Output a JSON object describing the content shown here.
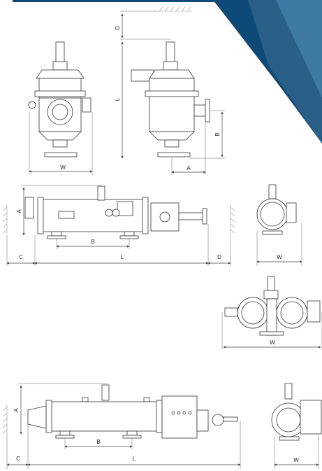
{
  "colors": {
    "corner_dark": "#0d4a78",
    "corner_mid": "#2a5f88",
    "corner_light": "#3f7aa3",
    "line": "#444444"
  },
  "labels": {
    "d": "D",
    "l": "L",
    "b": "B",
    "a": "A",
    "w": "W",
    "c": "C"
  }
}
